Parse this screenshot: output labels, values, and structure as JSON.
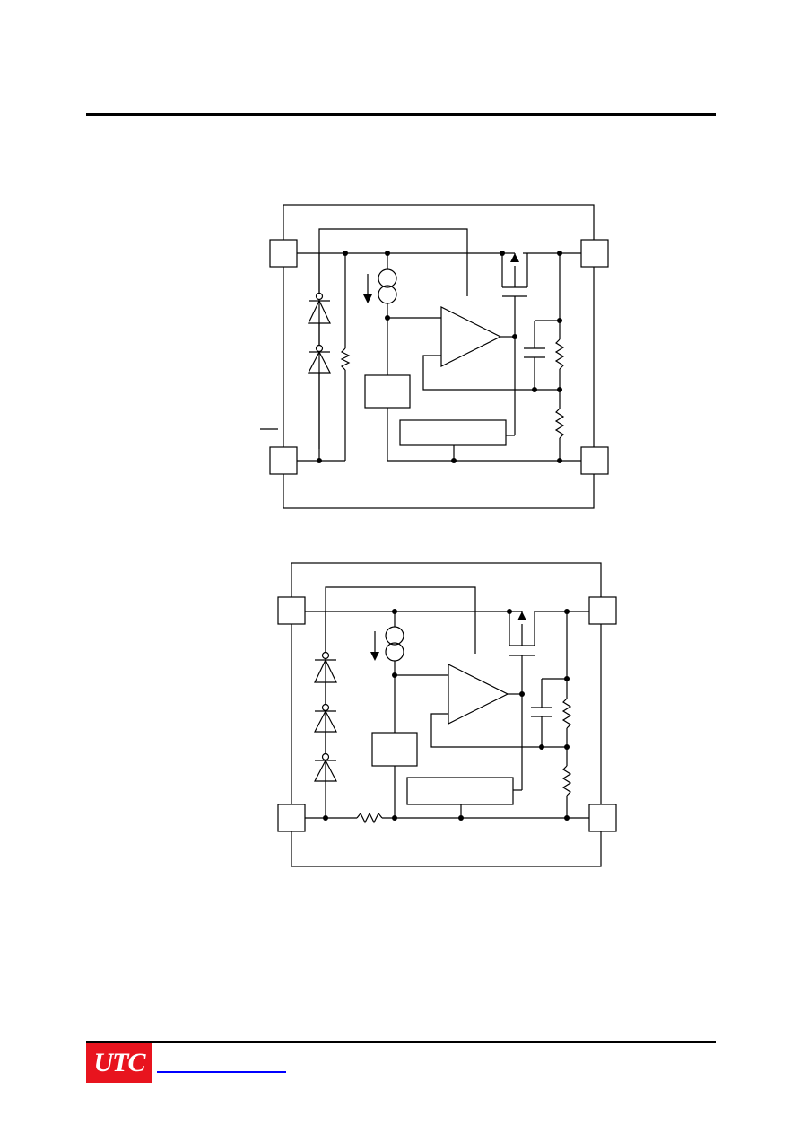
{
  "header": {},
  "diagrams": [
    {
      "variant": "two-diode"
    },
    {
      "variant": "three-diode"
    }
  ],
  "footer": {
    "logo": {
      "text": "UTC",
      "background": "#e8141e",
      "color": "#ffffff"
    },
    "link_color": "#0000ff"
  },
  "icons": [
    "resistor-icon",
    "capacitor-icon",
    "current-source-icon",
    "diode-icon",
    "op-amp-icon",
    "mosfet-icon"
  ]
}
